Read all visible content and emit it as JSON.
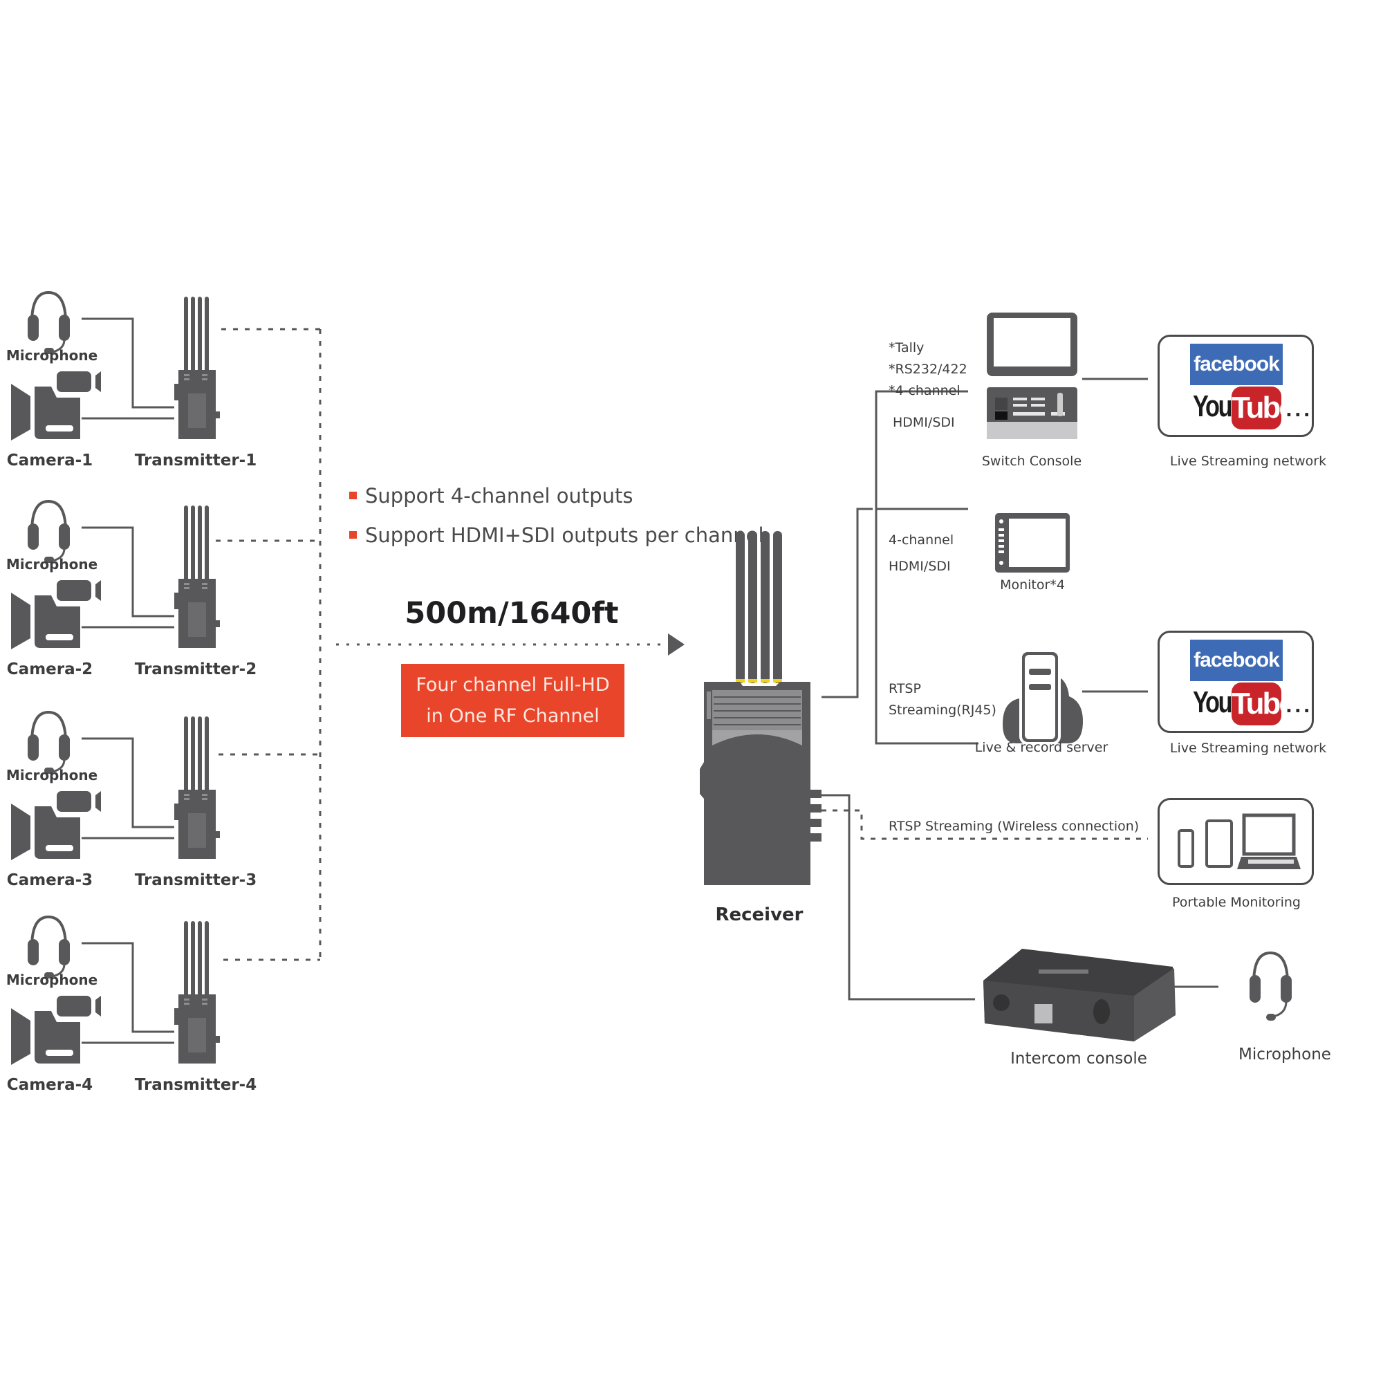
{
  "colors": {
    "device_gray": "#58585a",
    "accent_red": "#e8452a",
    "facebook_blue": "#3e6bb5",
    "youtube_red": "#c8242a",
    "antenna_tip_yellow": "#f1d21a",
    "text": "#3d3d3f"
  },
  "sources": [
    {
      "microphone_label": "Microphone",
      "camera_label": "Camera-1",
      "transmitter_label": "Transmitter-1"
    },
    {
      "microphone_label": "Microphone",
      "camera_label": "Camera-2",
      "transmitter_label": "Transmitter-2"
    },
    {
      "microphone_label": "Microphone",
      "camera_label": "Camera-3",
      "transmitter_label": "Transmitter-3"
    },
    {
      "microphone_label": "Microphone",
      "camera_label": "Camera-4",
      "transmitter_label": "Transmitter-4"
    }
  ],
  "features": [
    "Support 4-channel outputs",
    "Support HDMI+SDI outputs per channel"
  ],
  "link": {
    "distance": "500m/1640ft",
    "badge_line1": "Four channel Full-HD",
    "badge_line2": "in One RF Channel"
  },
  "receiver": {
    "label": "Receiver"
  },
  "outputs": {
    "switch": {
      "notes": [
        "*Tally",
        "*RS232/422",
        "*4-channel"
      ],
      "interface": "HDMI/SDI",
      "device_label": "Switch Console",
      "network_label": "Live Streaming network"
    },
    "monitor": {
      "line1": "4-channel",
      "line2": "HDMI/SDI",
      "device_label": "Monitor*4"
    },
    "server": {
      "line1": "RTSP",
      "line2": "Streaming(RJ45)",
      "device_label": "Live & record server",
      "network_label": "Live Streaming network"
    },
    "wireless": {
      "label": "RTSP Streaming (Wireless connection)",
      "device_label": "Portable Monitoring"
    },
    "intercom": {
      "device_label": "Intercom console",
      "microphone_label": "Microphone"
    }
  },
  "streaming_logos": {
    "facebook": "facebook",
    "youtube_you": "You",
    "youtube_tube": "Tube",
    "more": "..."
  }
}
